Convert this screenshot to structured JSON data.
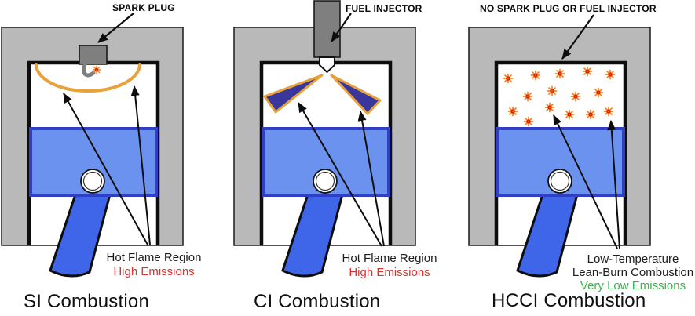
{
  "diagram": {
    "panels": [
      {
        "id": "si",
        "title": "SI Combustion",
        "top_label": "SPARK PLUG",
        "annotation_lines": [
          "Hot Flame Region",
          "High Emissions"
        ],
        "emission_text_color": "#e03131"
      },
      {
        "id": "ci",
        "title": "CI Combustion",
        "top_label": "FUEL INJECTOR",
        "annotation_lines": [
          "Hot Flame Region",
          "High Emissions"
        ],
        "emission_text_color": "#e03131"
      },
      {
        "id": "hcci",
        "title": "HCCI Combustion",
        "top_label": "NO SPARK PLUG OR FUEL INJECTOR",
        "annotation_lines": [
          "Low-Temperature",
          "Lean-Burn Combustion",
          "Very Low Emissions"
        ],
        "emission_text_color": "#3cb34c"
      }
    ],
    "colors": {
      "engine_block_gray": "#b9b9b9",
      "plug_injector_gray": "#7f7f7f",
      "piston_fill": "#6c92ef",
      "piston_border": "#2f3fc6",
      "connecting_rod_blue": "#3f65e8",
      "flame_orange": "#e8a23c",
      "spray_cone_fill": "#39379b",
      "star_orange": "#f58220",
      "star_red_center": "#dd2200",
      "high_emissions_red": "#e03131",
      "very_low_emissions_green": "#3cb34c"
    }
  }
}
